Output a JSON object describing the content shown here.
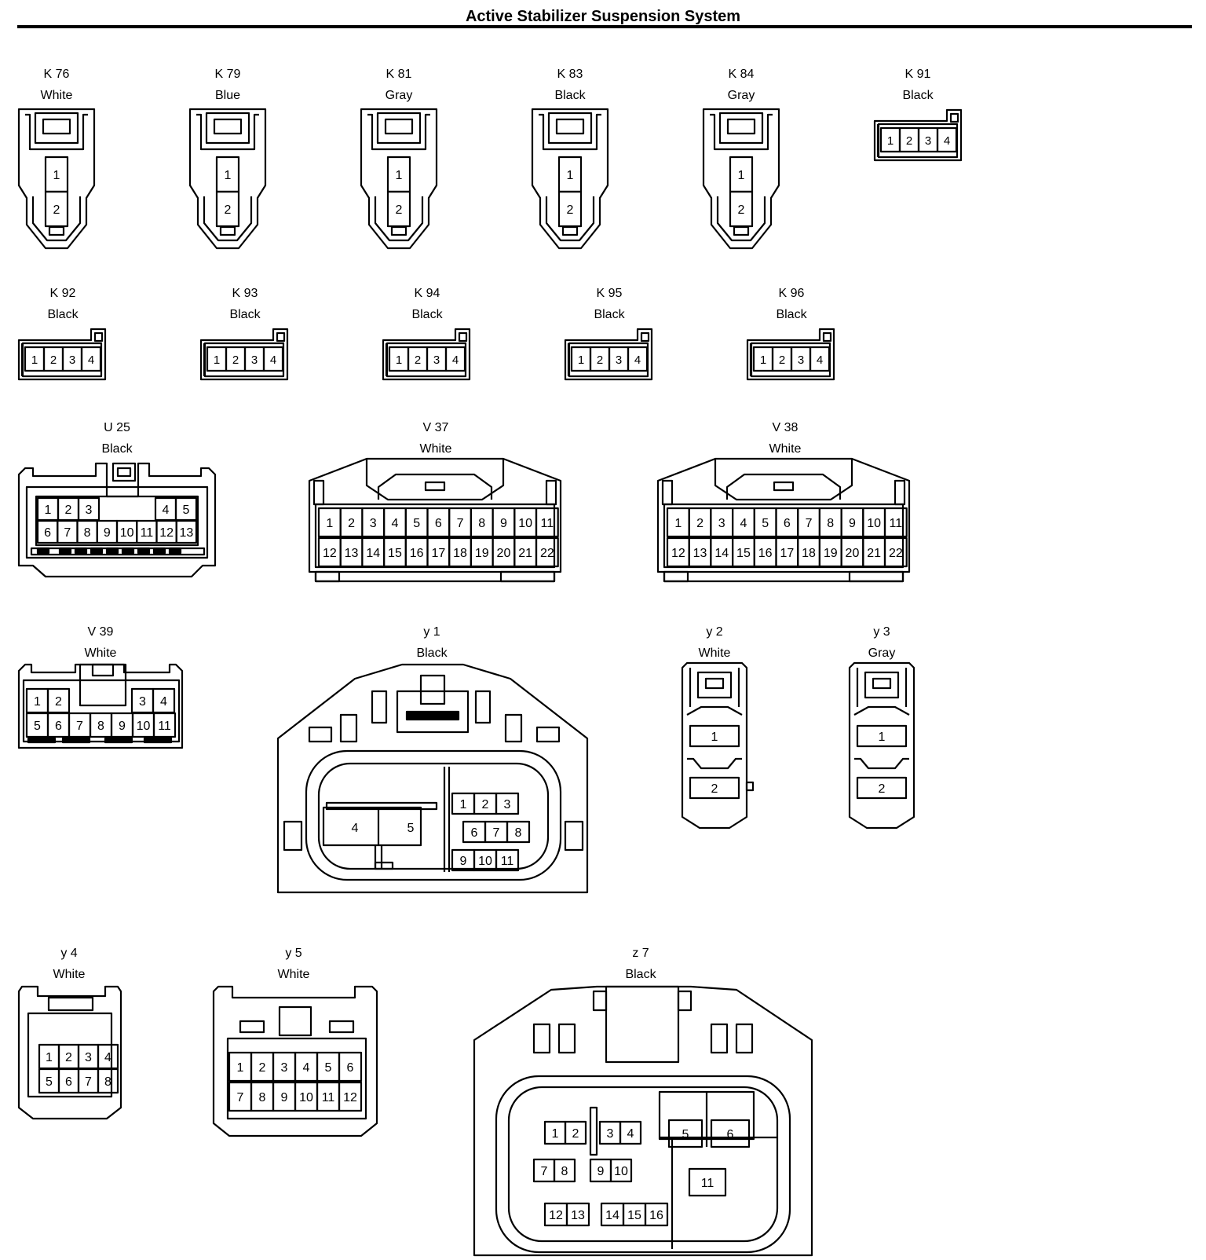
{
  "page": {
    "title": "Active Stabilizer Suspension System"
  },
  "connectors": {
    "k76": {
      "code": "K 76",
      "color": "White",
      "pins": [
        "1",
        "2"
      ]
    },
    "k79": {
      "code": "K 79",
      "color": "Blue",
      "pins": [
        "1",
        "2"
      ]
    },
    "k81": {
      "code": "K 81",
      "color": "Gray",
      "pins": [
        "1",
        "2"
      ]
    },
    "k83": {
      "code": "K 83",
      "color": "Black",
      "pins": [
        "1",
        "2"
      ]
    },
    "k84": {
      "code": "K 84",
      "color": "Gray",
      "pins": [
        "1",
        "2"
      ]
    },
    "k91": {
      "code": "K 91",
      "color": "Black",
      "pins": [
        "1",
        "2",
        "3",
        "4"
      ]
    },
    "k92": {
      "code": "K 92",
      "color": "Black",
      "pins": [
        "1",
        "2",
        "3",
        "4"
      ]
    },
    "k93": {
      "code": "K 93",
      "color": "Black",
      "pins": [
        "1",
        "2",
        "3",
        "4"
      ]
    },
    "k94": {
      "code": "K 94",
      "color": "Black",
      "pins": [
        "1",
        "2",
        "3",
        "4"
      ]
    },
    "k95": {
      "code": "K 95",
      "color": "Black",
      "pins": [
        "1",
        "2",
        "3",
        "4"
      ]
    },
    "k96": {
      "code": "K 96",
      "color": "Black",
      "pins": [
        "1",
        "2",
        "3",
        "4"
      ]
    },
    "u25": {
      "code": "U 25",
      "color": "Black",
      "row1": [
        "1",
        "2",
        "3",
        "4",
        "5"
      ],
      "row2": [
        "6",
        "7",
        "8",
        "9",
        "10",
        "11",
        "12",
        "13"
      ]
    },
    "v37": {
      "code": "V 37",
      "color": "White",
      "row1": [
        "1",
        "2",
        "3",
        "4",
        "5",
        "6",
        "7",
        "8",
        "9",
        "10",
        "11"
      ],
      "row2": [
        "12",
        "13",
        "14",
        "15",
        "16",
        "17",
        "18",
        "19",
        "20",
        "21",
        "22"
      ]
    },
    "v38": {
      "code": "V 38",
      "color": "White",
      "row1": [
        "1",
        "2",
        "3",
        "4",
        "5",
        "6",
        "7",
        "8",
        "9",
        "10",
        "11"
      ],
      "row2": [
        "12",
        "13",
        "14",
        "15",
        "16",
        "17",
        "18",
        "19",
        "20",
        "21",
        "22"
      ]
    },
    "v39": {
      "code": "V 39",
      "color": "White",
      "row1": [
        "1",
        "2",
        "3",
        "4"
      ],
      "row2": [
        "5",
        "6",
        "7",
        "8",
        "9",
        "10",
        "11"
      ]
    },
    "y1": {
      "code": "y 1",
      "color": "Black",
      "pins": [
        "1",
        "2",
        "3",
        "4",
        "5",
        "6",
        "7",
        "8",
        "9",
        "10",
        "11"
      ]
    },
    "y2": {
      "code": "y 2",
      "color": "White",
      "pins": [
        "1",
        "2"
      ]
    },
    "y3": {
      "code": "y 3",
      "color": "Gray",
      "pins": [
        "1",
        "2"
      ]
    },
    "y4": {
      "code": "y 4",
      "color": "White",
      "row1": [
        "1",
        "2",
        "3",
        "4"
      ],
      "row2": [
        "5",
        "6",
        "7",
        "8"
      ]
    },
    "y5": {
      "code": "y 5",
      "color": "White",
      "row1": [
        "1",
        "2",
        "3",
        "4",
        "5",
        "6"
      ],
      "row2": [
        "7",
        "8",
        "9",
        "10",
        "11",
        "12"
      ]
    },
    "z7": {
      "code": "z 7",
      "color": "Black",
      "pins": [
        "1",
        "2",
        "3",
        "4",
        "5",
        "6",
        "7",
        "8",
        "9",
        "10",
        "11",
        "12",
        "13",
        "14",
        "15",
        "16"
      ]
    }
  }
}
